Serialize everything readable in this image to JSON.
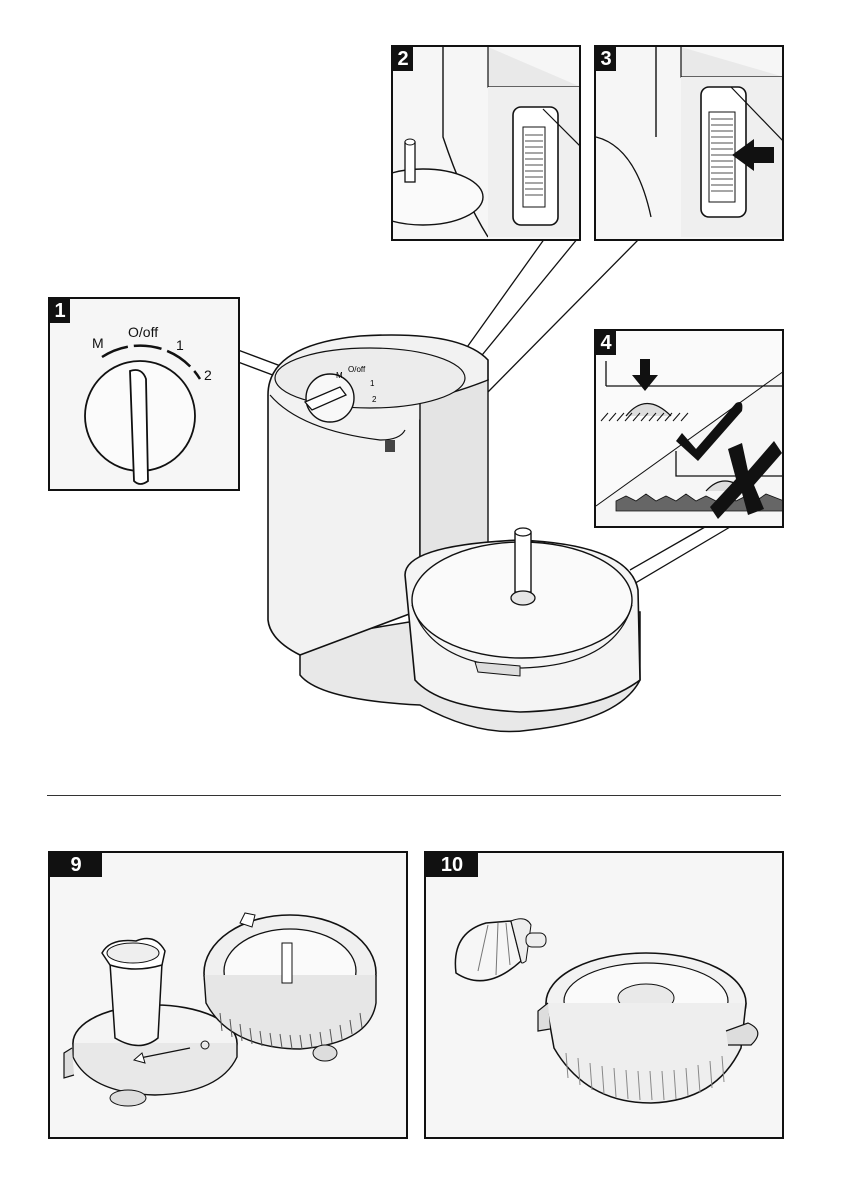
{
  "figures": {
    "f1": {
      "number": "1",
      "dial": {
        "m": "M",
        "off": "O/off",
        "one": "1",
        "two": "2"
      }
    },
    "f2": {
      "number": "2"
    },
    "f3": {
      "number": "3"
    },
    "f4": {
      "number": "4"
    },
    "f9": {
      "number": "9"
    },
    "f10": {
      "number": "10"
    }
  },
  "main_dial": {
    "m": "M",
    "off": "O/off",
    "one": "1",
    "two": "2"
  },
  "colors": {
    "line": "#111111",
    "body": "#f2f2f2",
    "shade": "#d9d9d9"
  }
}
